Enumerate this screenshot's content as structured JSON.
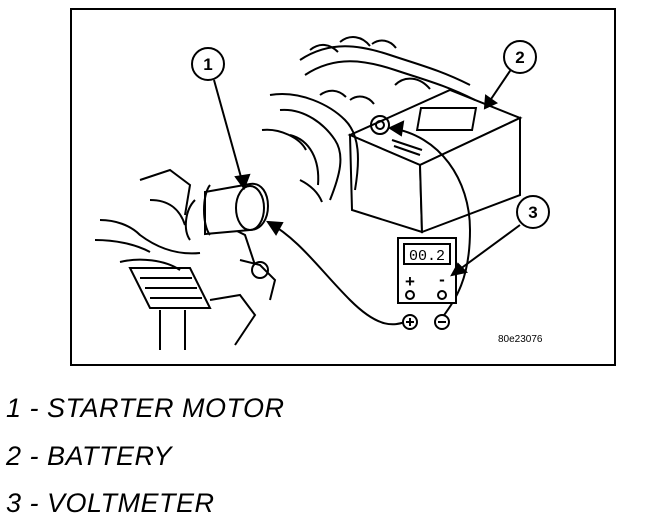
{
  "figure": {
    "id_code": "80e23076",
    "callouts": [
      {
        "number": "1"
      },
      {
        "number": "2"
      },
      {
        "number": "3"
      }
    ],
    "voltmeter": {
      "reading": "00.2",
      "plus_symbol": "+",
      "minus_symbol": "-"
    }
  },
  "legend": [
    {
      "number": "1",
      "separator": " - ",
      "label": "STARTER MOTOR"
    },
    {
      "number": "2",
      "separator": " - ",
      "label": "BATTERY"
    },
    {
      "number": "3",
      "separator": " - ",
      "label": "VOLTMETER"
    }
  ]
}
